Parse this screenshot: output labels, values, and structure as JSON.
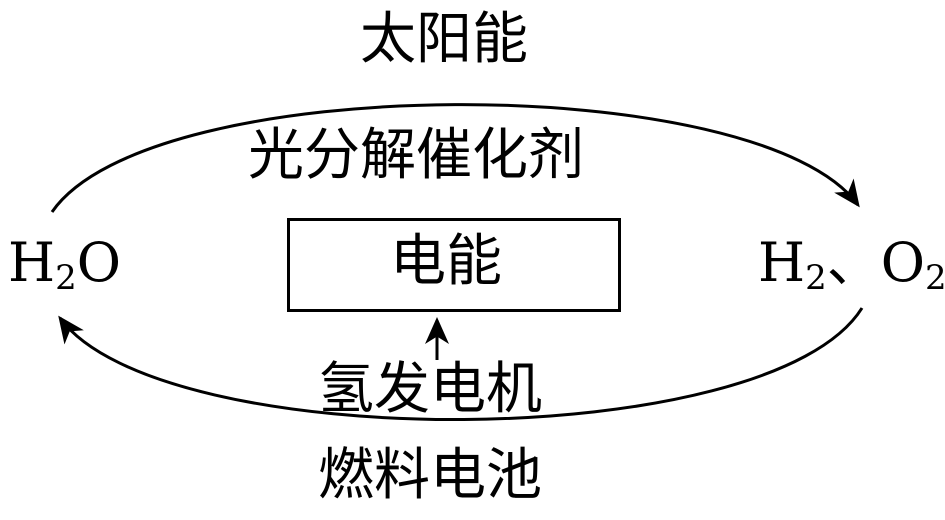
{
  "diagram": {
    "top_label": "太阳能",
    "catalyst_label": "光分解催化剂",
    "center_box_label": "电能",
    "left_species": {
      "base": "H",
      "sub": "2",
      "tail": "O"
    },
    "right_species": {
      "h": "H",
      "h_sub": "2",
      "sep": "、",
      "o": "O",
      "o_sub": "2"
    },
    "generator_label": "氢发电机",
    "fuel_cell_label": "燃料电池"
  }
}
